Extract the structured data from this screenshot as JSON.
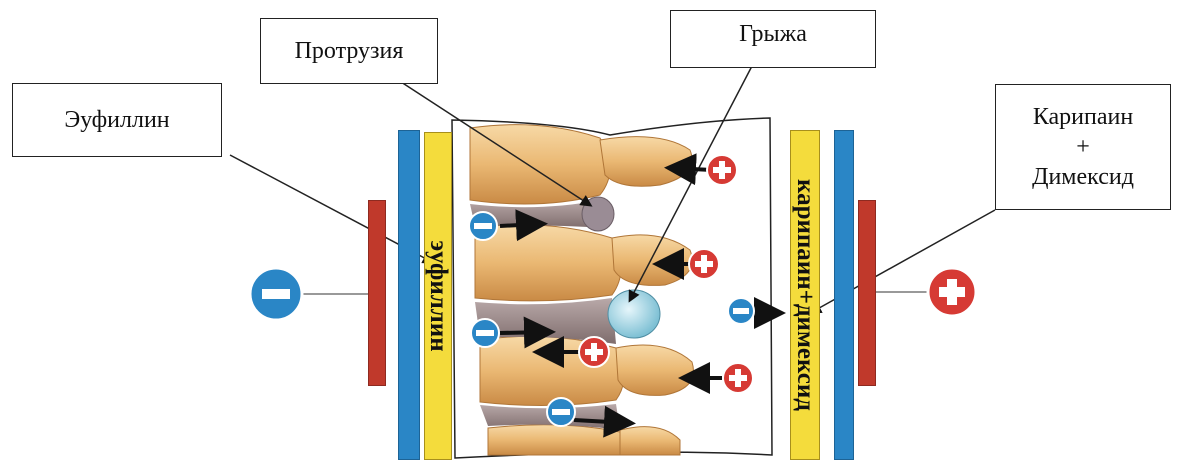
{
  "labels": {
    "protrusion": "Протрузия",
    "hernia": "Грыжа",
    "euphyllin": "Эуфиллин",
    "karipain_line1": "Карипаин",
    "karipain_line2": "+",
    "karipain_line3": "Димексид"
  },
  "pads": {
    "left_text": "эуфиллин",
    "right_text": "карипаин+димексид"
  },
  "colors": {
    "negative": "#2a86c6",
    "positive": "#d63a34",
    "plate_red": "#c0392b",
    "plate_blue": "#2a86c6",
    "pad_yellow": "#f4dc3c"
  },
  "icons": {
    "negative": "minus-circle-icon",
    "positive": "plus-circle-icon"
  }
}
